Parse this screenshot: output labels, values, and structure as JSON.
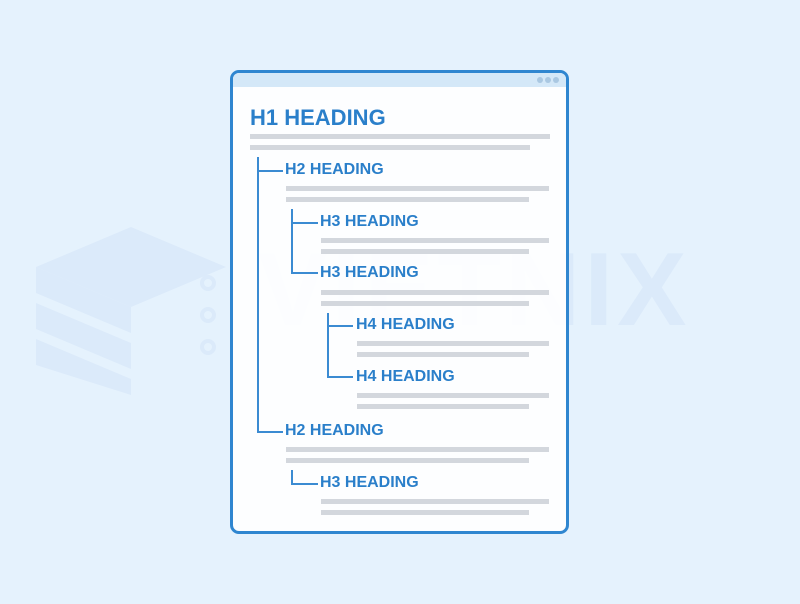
{
  "watermark": {
    "brand": "VIETNIX"
  },
  "headings": {
    "h1": "H1 HEADING",
    "h2a": "H2 HEADING",
    "h3a": "H3 HEADING",
    "h3b": "H3 HEADING",
    "h4a": "H4 HEADING",
    "h4b": "H4 HEADING",
    "h2b": "H2 HEADING",
    "h3c": "H3 HEADING"
  },
  "colors": {
    "accent": "#2f86d0",
    "background": "#e5f2fd",
    "placeholder": "#d3d7dd"
  },
  "icons": [
    "window-dots-icon",
    "server-stack-watermark-icon"
  ]
}
